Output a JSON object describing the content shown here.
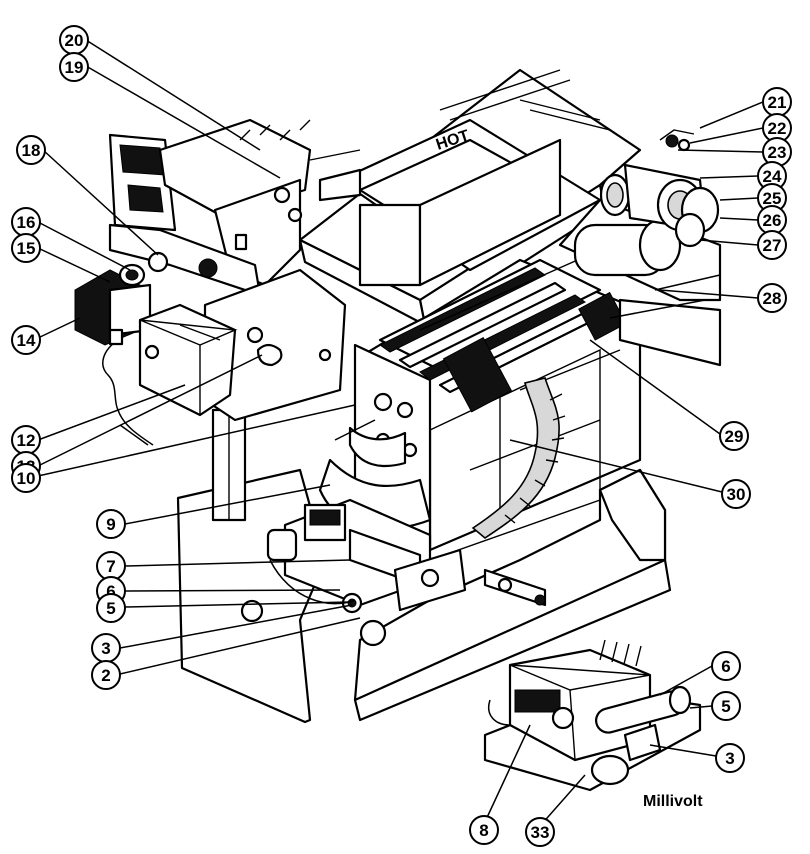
{
  "diagram": {
    "callouts": [
      {
        "id": "20",
        "label": "20"
      },
      {
        "id": "19",
        "label": "19"
      },
      {
        "id": "18",
        "label": "18"
      },
      {
        "id": "16",
        "label": "16"
      },
      {
        "id": "15",
        "label": "15"
      },
      {
        "id": "14",
        "label": "14"
      },
      {
        "id": "12",
        "label": "12"
      },
      {
        "id": "13",
        "label": "13"
      },
      {
        "id": "10",
        "label": "10"
      },
      {
        "id": "9",
        "label": "9"
      },
      {
        "id": "7",
        "label": "7"
      },
      {
        "id": "6",
        "label": "6"
      },
      {
        "id": "5",
        "label": "5"
      },
      {
        "id": "3",
        "label": "3"
      },
      {
        "id": "2",
        "label": "2"
      },
      {
        "id": "21",
        "label": "21"
      },
      {
        "id": "22",
        "label": "22"
      },
      {
        "id": "23",
        "label": "23"
      },
      {
        "id": "24",
        "label": "24"
      },
      {
        "id": "25",
        "label": "25"
      },
      {
        "id": "26",
        "label": "26"
      },
      {
        "id": "27",
        "label": "27"
      },
      {
        "id": "28",
        "label": "28"
      },
      {
        "id": "29",
        "label": "29"
      },
      {
        "id": "30",
        "label": "30"
      },
      {
        "id": "6b",
        "label": "6"
      },
      {
        "id": "5b",
        "label": "5"
      },
      {
        "id": "3b",
        "label": "3"
      },
      {
        "id": "8",
        "label": "8"
      },
      {
        "id": "33",
        "label": "33"
      }
    ],
    "inset_label": "Millivolt",
    "hot_label": "HOT"
  }
}
